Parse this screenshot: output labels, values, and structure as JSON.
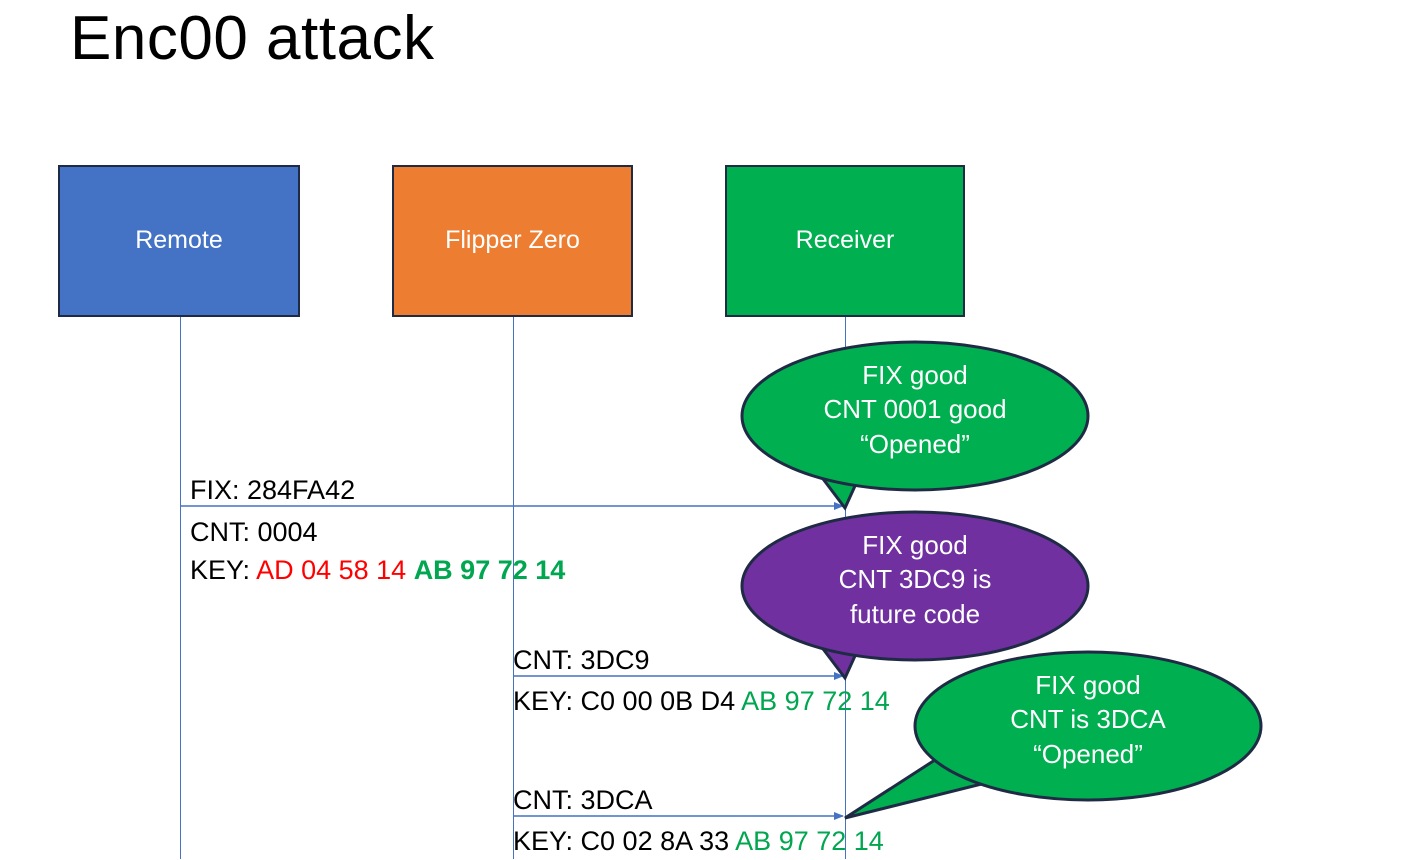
{
  "slide": {
    "title": "Enc00 attack",
    "background": "#ffffff"
  },
  "colors": {
    "remote_blue": "#4472C4",
    "flipper_orange": "#ED7D31",
    "receiver_green": "#00AF50",
    "callout_green": "#00AF50",
    "callout_purple": "#7030A0",
    "lifeline_blue": "#4472C4",
    "arrow_blue": "#4472C4",
    "key_red": "#FF0000",
    "key_green": "#00A650",
    "outline_dark": "#1F2A44",
    "text_black": "#000000",
    "text_white": "#FFFFFF"
  },
  "actors": [
    {
      "id": "remote",
      "label": "Remote",
      "fill": "#4472C4"
    },
    {
      "id": "flipper",
      "label": "Flipper Zero",
      "fill": "#ED7D31"
    },
    {
      "id": "receiver",
      "label": "Receiver",
      "fill": "#00AF50"
    }
  ],
  "messages": [
    {
      "id": "msg-1",
      "from": "remote",
      "to": "receiver",
      "line1": "FIX: 284FA42",
      "line2": "CNT: 0004",
      "line3_prefix": "KEY: ",
      "line3_red": "AD 04 58 14",
      "line3_green": "AB 97 72 14"
    },
    {
      "id": "msg-2",
      "from": "flipper",
      "to": "receiver",
      "line1": "CNT: 3DC9",
      "line2_prefix": "KEY: C0 00 0B D4 ",
      "line2_green": "AB 97 72 14"
    },
    {
      "id": "msg-3",
      "from": "flipper",
      "to": "receiver",
      "line1": "CNT: 3DCA",
      "line2_prefix": "KEY: C0 02 8A 33 ",
      "line2_green": "AB 97 72 14"
    }
  ],
  "callouts": [
    {
      "id": "callout-1",
      "fill": "#00AF50",
      "line1": "FIX good",
      "line2": "CNT 0001 good",
      "line3": "“Opened”"
    },
    {
      "id": "callout-2",
      "fill": "#7030A0",
      "line1": "FIX good",
      "line2": "CNT 3DC9 is",
      "line3": "future code"
    },
    {
      "id": "callout-3",
      "fill": "#00AF50",
      "line1": "FIX good",
      "line2": "CNT is 3DCA",
      "line3": "“Opened”"
    }
  ]
}
